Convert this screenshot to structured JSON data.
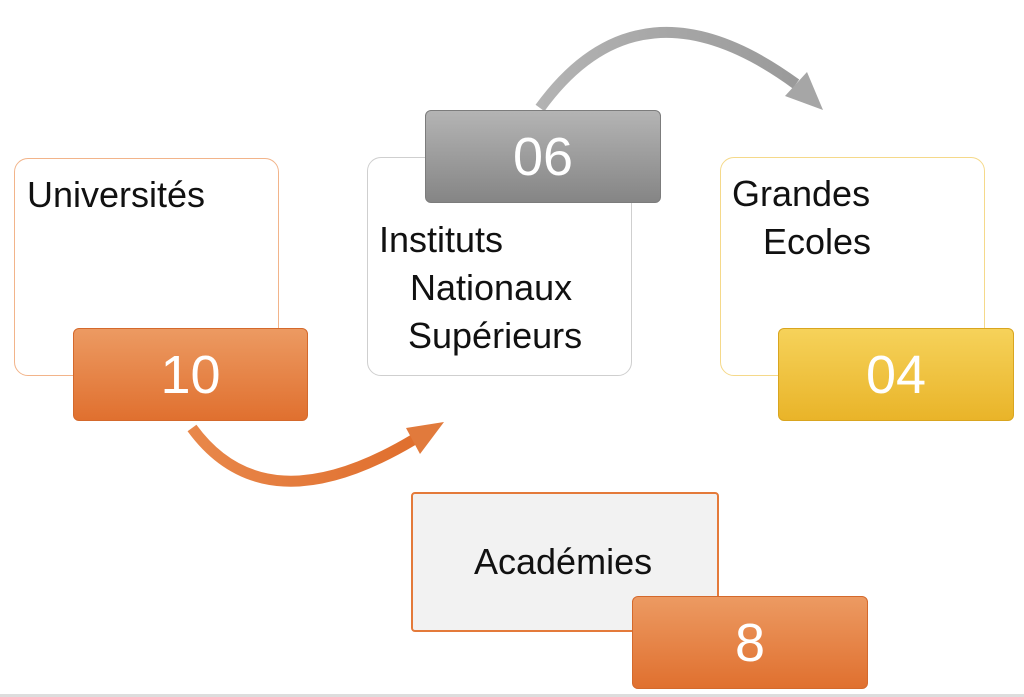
{
  "diagram": {
    "universites": {
      "label": "Universités",
      "count": "10"
    },
    "instituts": {
      "label_lines": [
        "Instituts",
        "Nationaux",
        "Supérieurs"
      ],
      "count": "06"
    },
    "grandes_ecoles": {
      "label_lines": [
        "Grandes",
        "Ecoles"
      ],
      "count": "04"
    },
    "academies": {
      "label": "Académies",
      "count": "8"
    }
  },
  "colors": {
    "orange": "#e47a3a",
    "orange_light": "#ec9a62",
    "gray": "#8c8c8c",
    "gray_light": "#b4b4b4",
    "yellow": "#f2c12e",
    "yellow_light": "#f6d25a",
    "card_border_orange": "#f2b48a",
    "card_border_gray": "#cfcfcf",
    "card_border_yellow": "#f5d98a",
    "academies_fill": "#f2f2f2",
    "arrow_orange": "#e17a3c",
    "arrow_gray": "#a6a6a6"
  }
}
